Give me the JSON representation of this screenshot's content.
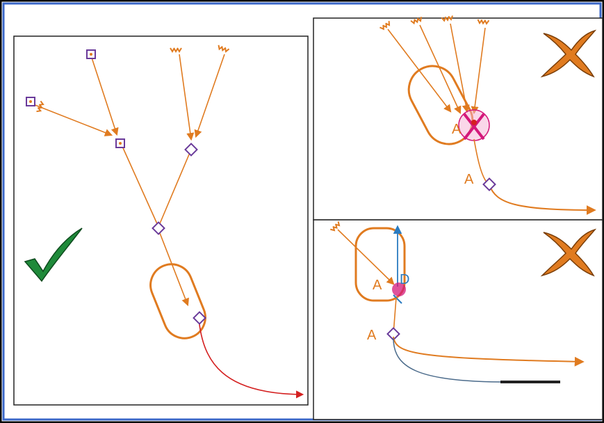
{
  "colors": {
    "outer_border": "#0a0a0a",
    "frame_tint": "#3a67c8",
    "panel_border": "#222222",
    "orange": "#e07b20",
    "red_arrow": "#d42020",
    "node_purple": "#6a3a9a",
    "conflict_pink": "#d4187a",
    "blue_arrow": "#2a7bc0",
    "blue_line": "#4a6a8a",
    "check_green": "#1f8a3a",
    "cross_orange": "#e07b20"
  },
  "icons": {
    "valid_marker": "checkmark-icon",
    "invalid_marker": "cross-icon"
  },
  "labels": {
    "top_right_conflict_label": "A",
    "top_right_merge_label": "A",
    "bottom_right_conflict_label": "A",
    "bottom_right_d_label": "D",
    "bottom_right_merge_label": "A"
  }
}
